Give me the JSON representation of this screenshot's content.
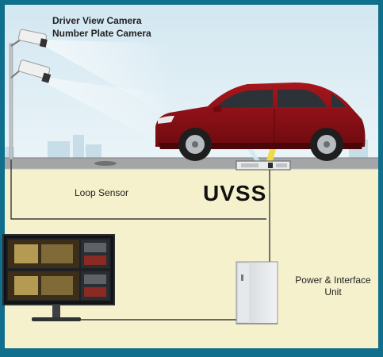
{
  "labels": {
    "camera_driver_view": "Driver View Camera",
    "camera_number_plate": "Number Plate Camera",
    "loop_sensor": "Loop Sensor",
    "uvss": "UVSS",
    "power_interface": "Power & Interface Unit"
  },
  "colors": {
    "frame": "#0f6f8c",
    "sky": "#dcecf3",
    "road": "#a3a5a7",
    "ground": "#f5f1cd",
    "wire": "#3a3a3a",
    "car_body": "#8e1016",
    "sensor_beam": "#f2d94a"
  }
}
